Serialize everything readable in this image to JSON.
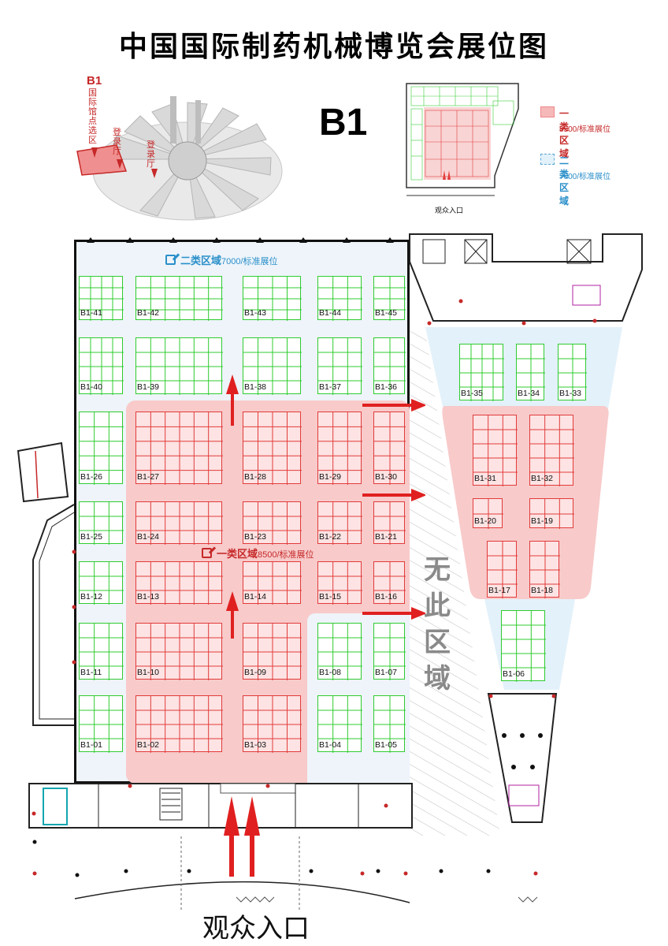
{
  "title": "中国国际制药机械博览会展位图",
  "hall": "B1",
  "locator": {
    "hall": "B1",
    "area_label": "国际馆点选区",
    "lobby_1": "登录厅",
    "lobby_2": "登录厅"
  },
  "legend": {
    "zone1_label": "一类区域",
    "zone1_price": "8500/标准展位",
    "zone2_label": "二类区域",
    "zone2_price": "7000/标准展位",
    "zone1_color": "#f6b9b9",
    "zone2_color": "#e3f1fa"
  },
  "minimap": {
    "entrance": "观众入口"
  },
  "floor": {
    "zone2_label": "二类区域",
    "zone2_price": "7000/标准展位",
    "zone1_label": "一类区域",
    "zone1_price": "8500/标准展位",
    "no_zone": [
      "无",
      "此",
      "区",
      "域"
    ],
    "entrance": "观众入口",
    "zone1_text_color": "#c62828",
    "zone2_text_color": "#2a8fc9"
  },
  "booths": [
    {
      "id": "B1-41",
      "zone": 2,
      "cols": 4,
      "rows": 4
    },
    {
      "id": "B1-42",
      "zone": 2,
      "cols": 6,
      "rows": 4
    },
    {
      "id": "B1-43",
      "zone": 2,
      "cols": 4,
      "rows": 4
    },
    {
      "id": "B1-44",
      "zone": 2,
      "cols": 3,
      "rows": 4
    },
    {
      "id": "B1-45",
      "zone": 2,
      "cols": 2,
      "rows": 4
    },
    {
      "id": "B1-40",
      "zone": 2,
      "cols": 4,
      "rows": 4
    },
    {
      "id": "B1-39",
      "zone": 2,
      "cols": 6,
      "rows": 4
    },
    {
      "id": "B1-38",
      "zone": 2,
      "cols": 4,
      "rows": 4
    },
    {
      "id": "B1-37",
      "zone": 2,
      "cols": 3,
      "rows": 4
    },
    {
      "id": "B1-36",
      "zone": 2,
      "cols": 2,
      "rows": 4
    },
    {
      "id": "B1-35",
      "zone": 2,
      "cols": 4,
      "rows": 4
    },
    {
      "id": "B1-34",
      "zone": 2,
      "cols": 2,
      "rows": 4
    },
    {
      "id": "B1-33",
      "zone": 2,
      "cols": 2,
      "rows": 4
    },
    {
      "id": "B1-26",
      "zone": 2,
      "cols": 3,
      "rows": 5
    },
    {
      "id": "B1-27",
      "zone": 1,
      "cols": 6,
      "rows": 5
    },
    {
      "id": "B1-28",
      "zone": 1,
      "cols": 4,
      "rows": 5
    },
    {
      "id": "B1-29",
      "zone": 1,
      "cols": 3,
      "rows": 5
    },
    {
      "id": "B1-30",
      "zone": 1,
      "cols": 2,
      "rows": 5
    },
    {
      "id": "B1-31",
      "zone": 1,
      "cols": 3,
      "rows": 5
    },
    {
      "id": "B1-32",
      "zone": 1,
      "cols": 3,
      "rows": 5
    },
    {
      "id": "B1-25",
      "zone": 2,
      "cols": 3,
      "rows": 3
    },
    {
      "id": "B1-24",
      "zone": 1,
      "cols": 6,
      "rows": 3
    },
    {
      "id": "B1-23",
      "zone": 1,
      "cols": 4,
      "rows": 3
    },
    {
      "id": "B1-22",
      "zone": 1,
      "cols": 3,
      "rows": 3
    },
    {
      "id": "B1-21",
      "zone": 1,
      "cols": 2,
      "rows": 3
    },
    {
      "id": "B1-20",
      "zone": 1,
      "cols": 2,
      "rows": 2
    },
    {
      "id": "B1-19",
      "zone": 1,
      "cols": 3,
      "rows": 2
    },
    {
      "id": "B1-17",
      "zone": 1,
      "cols": 2,
      "rows": 4
    },
    {
      "id": "B1-18",
      "zone": 1,
      "cols": 2,
      "rows": 4
    },
    {
      "id": "B1-12",
      "zone": 2,
      "cols": 3,
      "rows": 3
    },
    {
      "id": "B1-13",
      "zone": 1,
      "cols": 6,
      "rows": 3
    },
    {
      "id": "B1-14",
      "zone": 1,
      "cols": 4,
      "rows": 3
    },
    {
      "id": "B1-15",
      "zone": 1,
      "cols": 3,
      "rows": 3
    },
    {
      "id": "B1-16",
      "zone": 1,
      "cols": 2,
      "rows": 3
    },
    {
      "id": "B1-11",
      "zone": 2,
      "cols": 3,
      "rows": 4
    },
    {
      "id": "B1-10",
      "zone": 1,
      "cols": 6,
      "rows": 4
    },
    {
      "id": "B1-09",
      "zone": 1,
      "cols": 4,
      "rows": 4
    },
    {
      "id": "B1-08",
      "zone": 2,
      "cols": 3,
      "rows": 4
    },
    {
      "id": "B1-07",
      "zone": 2,
      "cols": 2,
      "rows": 4
    },
    {
      "id": "B1-06",
      "zone": 2,
      "cols": 3,
      "rows": 5
    },
    {
      "id": "B1-01",
      "zone": 2,
      "cols": 3,
      "rows": 4
    },
    {
      "id": "B1-02",
      "zone": 1,
      "cols": 6,
      "rows": 4
    },
    {
      "id": "B1-03",
      "zone": 1,
      "cols": 4,
      "rows": 4
    },
    {
      "id": "B1-04",
      "zone": 2,
      "cols": 3,
      "rows": 4
    },
    {
      "id": "B1-05",
      "zone": 2,
      "cols": 2,
      "rows": 4
    }
  ]
}
